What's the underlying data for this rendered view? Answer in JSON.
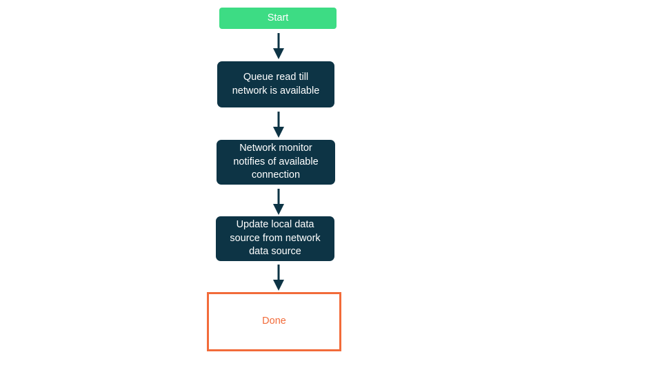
{
  "colors": {
    "start_green": "#3ddc84",
    "process_navy": "#0d3445",
    "done_orange": "#f26b3a",
    "text_white": "#ffffff",
    "background": "#ffffff"
  },
  "flowchart": {
    "nodes": [
      {
        "id": "start",
        "type": "start",
        "label": "Start"
      },
      {
        "id": "queue-read",
        "type": "process",
        "label": "Queue read till\nnetwork is available"
      },
      {
        "id": "network-monitor",
        "type": "process",
        "label": "Network monitor\nnotifies of available\nconnection"
      },
      {
        "id": "update-local",
        "type": "process",
        "label": "Update local data\nsource from network\ndata source"
      },
      {
        "id": "done",
        "type": "end",
        "label": "Done"
      }
    ]
  }
}
